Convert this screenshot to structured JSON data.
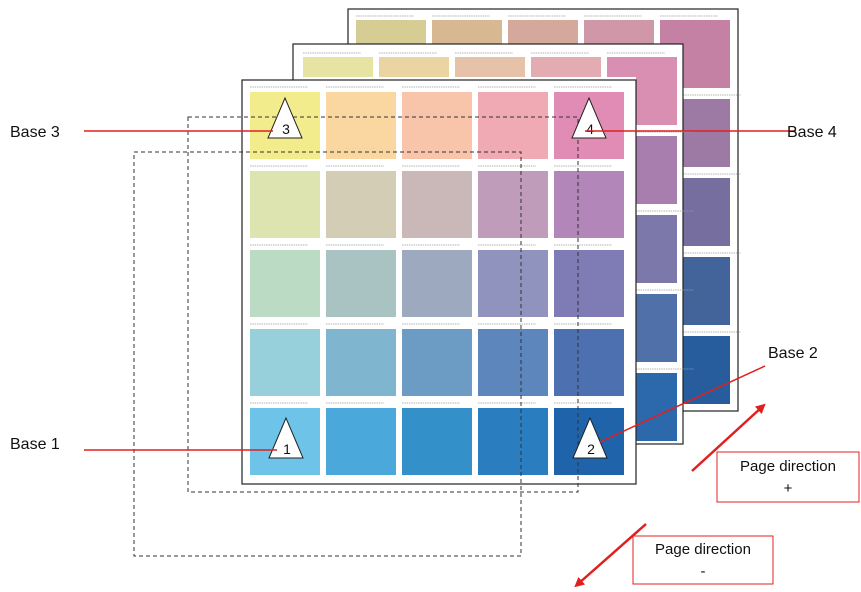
{
  "labels": {
    "base1": "Base 1",
    "base2": "Base 2",
    "base3": "Base 3",
    "base4": "Base 4",
    "page_direction_plus": [
      "Page direction",
      "+"
    ],
    "page_direction_minus": [
      "Page direction",
      "-"
    ]
  },
  "markers": [
    {
      "id": "1",
      "label": "1"
    },
    {
      "id": "2",
      "label": "2"
    },
    {
      "id": "3",
      "label": "3"
    },
    {
      "id": "4",
      "label": "4"
    }
  ],
  "colors": {
    "arrow": "#e02020",
    "leader_line": "#e02020",
    "label_box_border": "#e02020",
    "sheet_border": "#222222",
    "dashed_border": "#333333"
  },
  "front_sheet_swatches": [
    [
      "#f3ec8c",
      "#fad7a1",
      "#f8c4aa",
      "#f0aab4",
      "#e08cb4"
    ],
    [
      "#dde4b0",
      "#d3cdb5",
      "#cab8b8",
      "#c09cbb",
      "#b286b8"
    ],
    [
      "#bcdbc4",
      "#a9c2c2",
      "#9ca9be",
      "#8f93bd",
      "#7f7bb4"
    ],
    [
      "#97d0db",
      "#80b5cf",
      "#6c9cc4",
      "#5d86bd",
      "#4c70b0"
    ],
    [
      "#6ec3e8",
      "#4aa8da",
      "#3490c8",
      "#2a7ebf",
      "#1f64aa"
    ]
  ],
  "middle_sheet_top_row": [
    "#e7e3a3",
    "#e9d4a2",
    "#e6c2a9",
    "#e3acb3",
    "#d88fb2"
  ],
  "middle_sheet_right_column": [
    "#d88fb2",
    "#a87eae",
    "#7c78aa",
    "#4f70a9",
    "#2c68ac"
  ],
  "back_sheet_top_row": [
    "#d5cd93",
    "#d8b893",
    "#d5a89c",
    "#cf97a8",
    "#c581a4"
  ],
  "back_sheet_right_column": [
    "#c581a4",
    "#9d7aa4",
    "#756e9f",
    "#43639b",
    "#275d9d"
  ]
}
